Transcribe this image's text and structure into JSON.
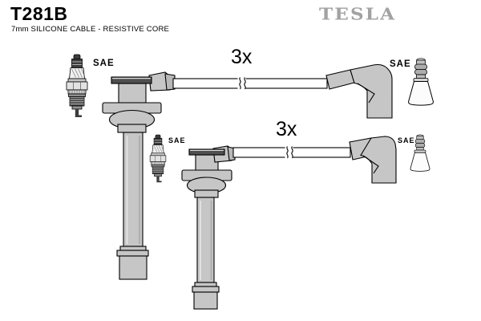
{
  "header": {
    "part_number": "T281B",
    "subtitle": "7mm SILICONE CABLE - RESISTIVE CORE",
    "brand": "TESLA"
  },
  "diagram": {
    "quantities": [
      "3x",
      "3x"
    ],
    "sae_labels": [
      "SAE",
      "SAE",
      "SAE",
      "SAE"
    ]
  },
  "colors": {
    "background": "#ffffff",
    "outline": "#000000",
    "boot_fill": "#c6c6c6",
    "boot_light": "#e2e2e2",
    "boot_dark": "#4f4f4f",
    "metal_mid": "#909090",
    "metal_dark": "#3c3c3c",
    "insulator": "#f0f0f0",
    "cable_fill": "#ffffff",
    "cone_fill": "#fcfcfc",
    "brand_gray": "#a2a2a2",
    "text": "#000000"
  }
}
